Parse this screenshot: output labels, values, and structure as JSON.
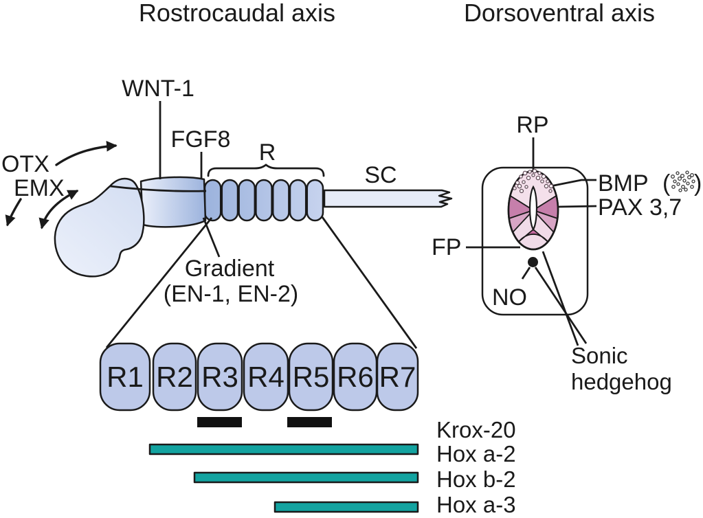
{
  "titles": {
    "rostrocaudal": "Rostrocaudal axis",
    "dorsoventral": "Dorsoventral axis"
  },
  "rostrocaudal": {
    "gene_labels": {
      "otx": "OTX",
      "emx": "EMX",
      "wnt1": "WNT-1",
      "fgf8": "FGF8"
    },
    "region_labels": {
      "rhombomere_brace": "R",
      "spinal_cord": "SC"
    },
    "gradient_label": {
      "line1": "Gradient",
      "line2": "(EN-1, EN-2)"
    },
    "rhombomeres": [
      "R1",
      "R2",
      "R3",
      "R4",
      "R5",
      "R6",
      "R7"
    ],
    "expression_bars": [
      {
        "gene": "Krox-20",
        "pattern": "segments at R3 and R5"
      },
      {
        "gene": "Hox a-2",
        "pattern": "span R2 to R7"
      },
      {
        "gene": "Hox b-2",
        "pattern": "span R3 to R7"
      },
      {
        "gene": "Hox a-3",
        "pattern": "span R5 to R7"
      }
    ]
  },
  "dorsoventral": {
    "labels": {
      "roof_plate": "RP",
      "bmp": "BMP",
      "bmp_paren_open": "(",
      "bmp_paren_close": ")",
      "pax": "PAX 3,7",
      "floor_plate": "FP",
      "notochord": "NO"
    },
    "sonic_hedgehog": {
      "line1": "Sonic",
      "line2": "hedgehog"
    }
  },
  "colors": {
    "ink": "#1a1a1a",
    "teal_bar": "#13a3a0",
    "black_bar": "#111111",
    "rhombomere_fill": "#bdc9e9",
    "spinal_cord_fill": "#e7ecf8",
    "cap_pink": "#f4e0eb",
    "dark_mauve": "#c67fab",
    "medium_pink": "#d8a5c5",
    "light_pink": "#f0dbe8",
    "floor_wedge": "#c3689e"
  }
}
